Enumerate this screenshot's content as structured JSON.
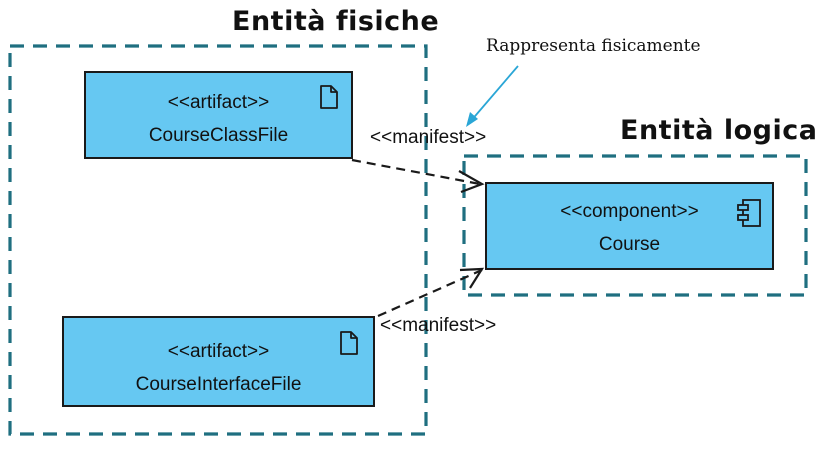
{
  "diagram": {
    "groups": {
      "physical": {
        "title": "Entità fisiche"
      },
      "logical": {
        "title": "Entità logica"
      }
    },
    "nodes": {
      "artifact_class": {
        "stereotype": "<<artifact>>",
        "name": "CourseClassFile",
        "icon": "artifact-document-icon"
      },
      "artifact_interface": {
        "stereotype": "<<artifact>>",
        "name": "CourseInterfaceFile",
        "icon": "artifact-document-icon"
      },
      "component_course": {
        "stereotype": "<<component>>",
        "name": "Course",
        "icon": "component-icon"
      }
    },
    "edges": {
      "manifest_top": {
        "label": "<<manifest>>",
        "style": "dashed",
        "arrow": "open"
      },
      "manifest_bottom": {
        "label": "<<manifest>>",
        "style": "dashed",
        "arrow": "open"
      }
    },
    "annotation": {
      "text": "Rappresenta fisicamente"
    },
    "colors": {
      "node_fill": "#66c8f2",
      "group_border": "#1f6f80",
      "annotation_arrow": "#2aa6d6",
      "edge": "#1a1a1a"
    }
  }
}
